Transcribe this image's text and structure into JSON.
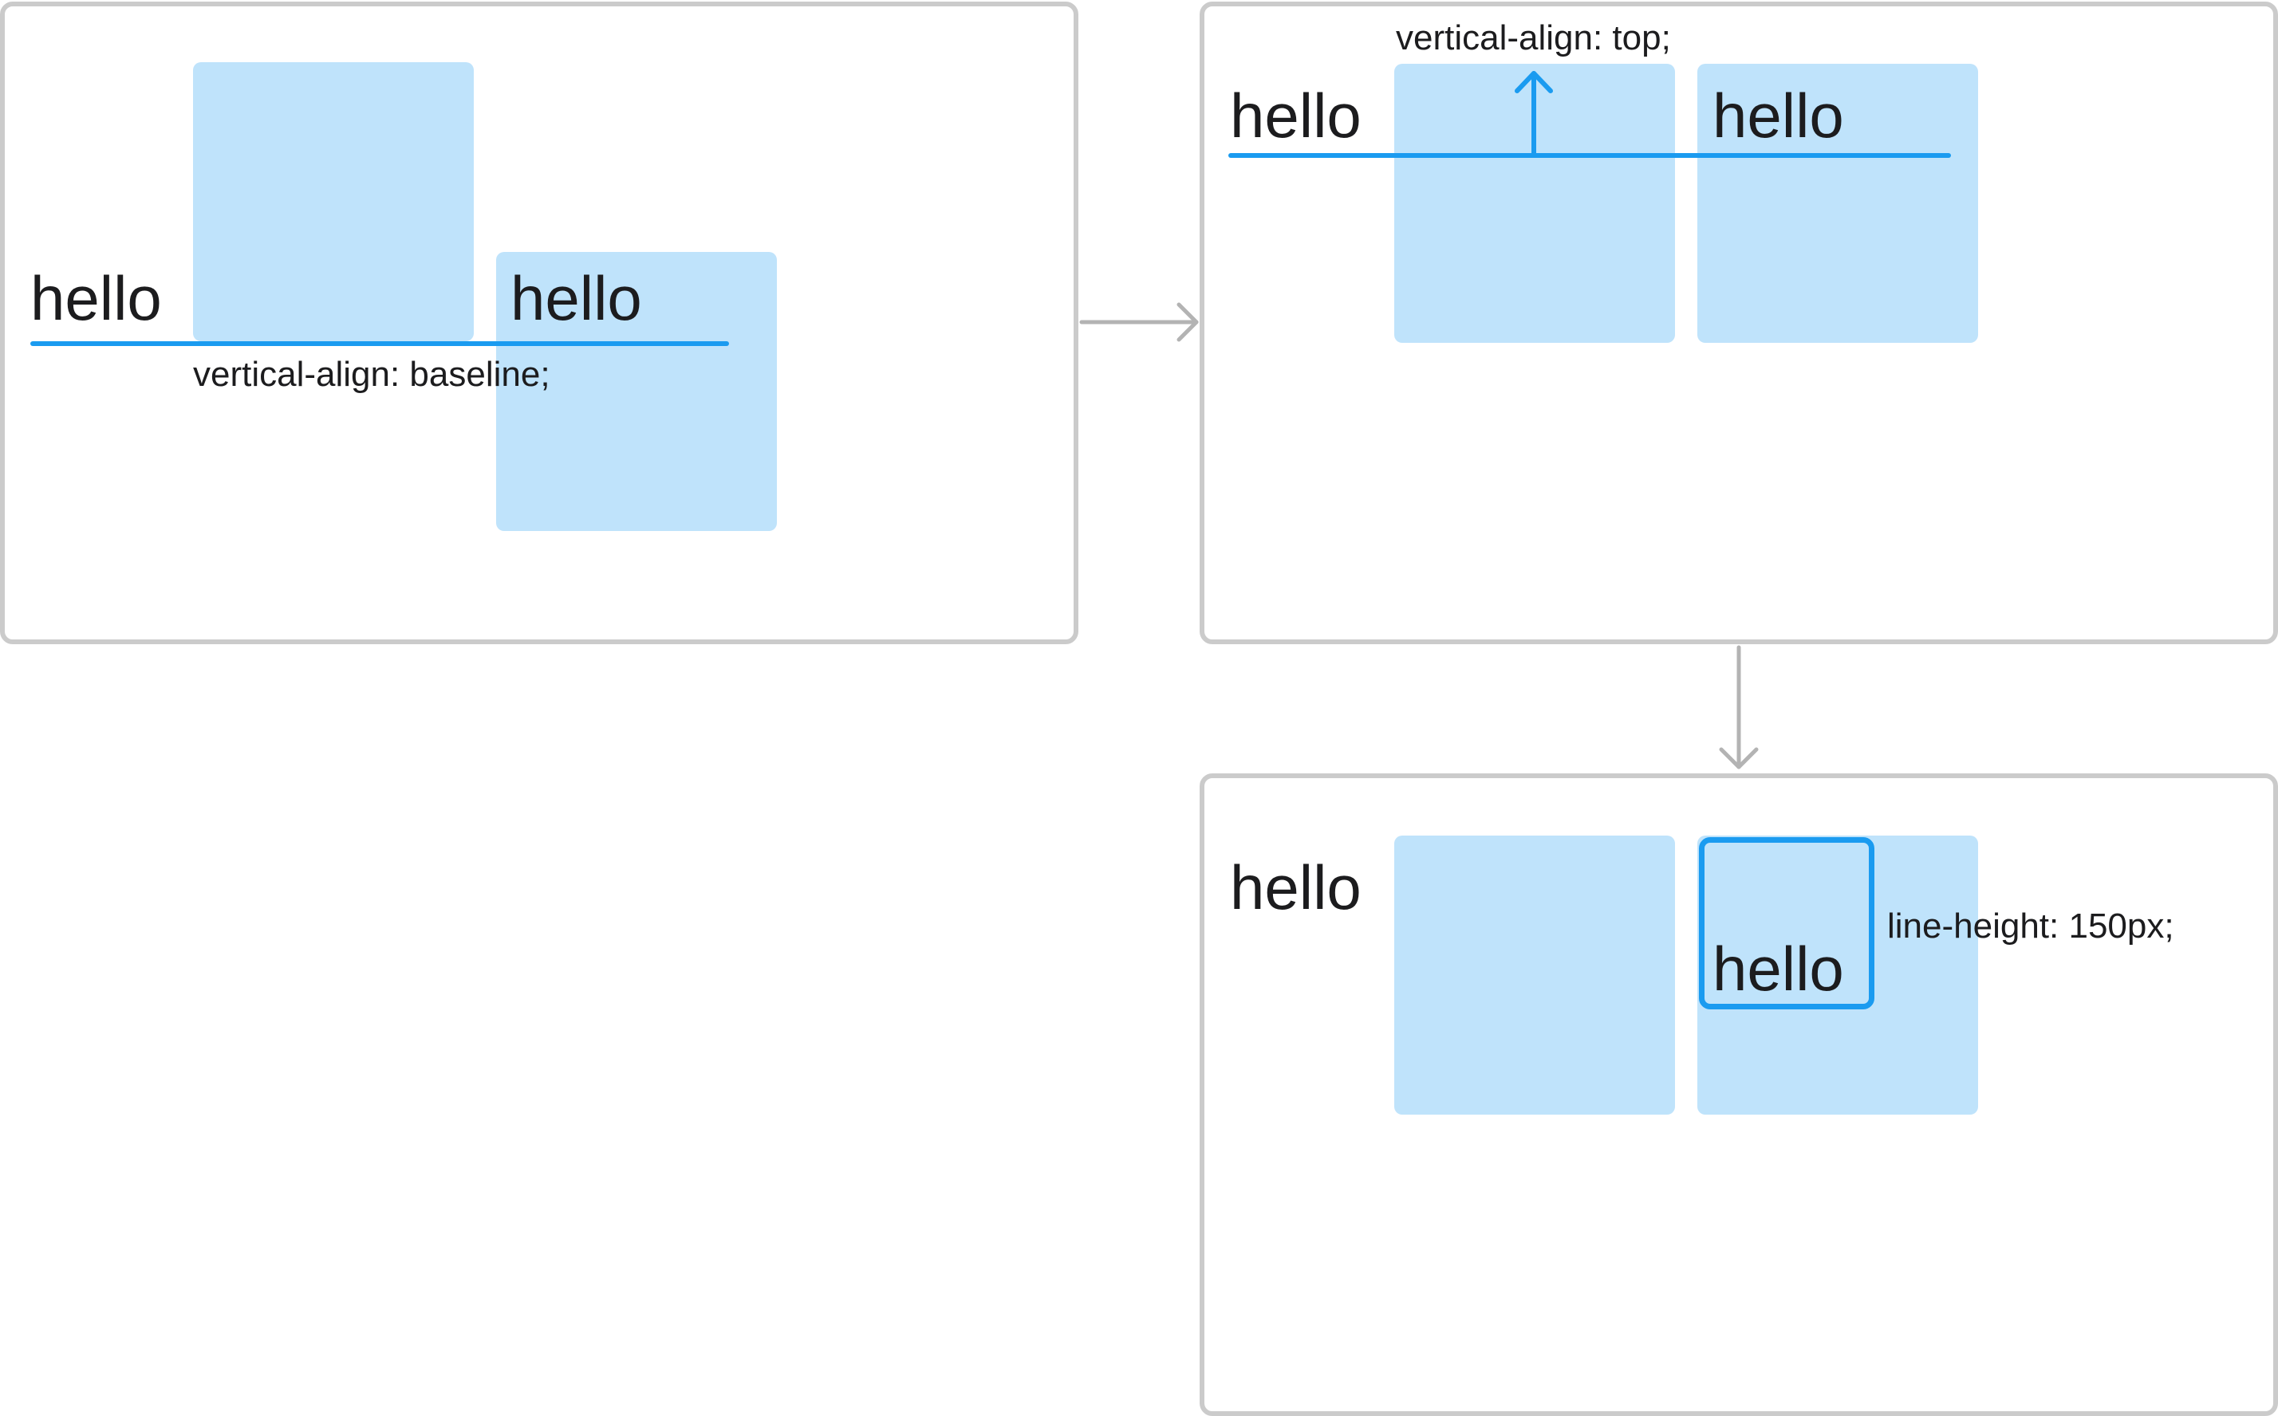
{
  "colors": {
    "panel_border": "#cbcbcb",
    "box_fill": "#bfe3fb",
    "accent": "#1a9bf0",
    "connector": "#b3b3b3",
    "text": "#1c1c1e"
  },
  "panels": {
    "baseline": {
      "hello_left": "hello",
      "hello_right": "hello",
      "annotation": "vertical-align: baseline;"
    },
    "top": {
      "annotation": "vertical-align: top;",
      "hello_left": "hello",
      "hello_right": "hello",
      "icons": [
        "arrow-up-icon"
      ]
    },
    "line_height": {
      "hello_left": "hello",
      "hello_right": "hello",
      "annotation": "line-height: 150px;"
    }
  },
  "connectors": [
    "arrow-right-icon",
    "arrow-down-icon"
  ]
}
